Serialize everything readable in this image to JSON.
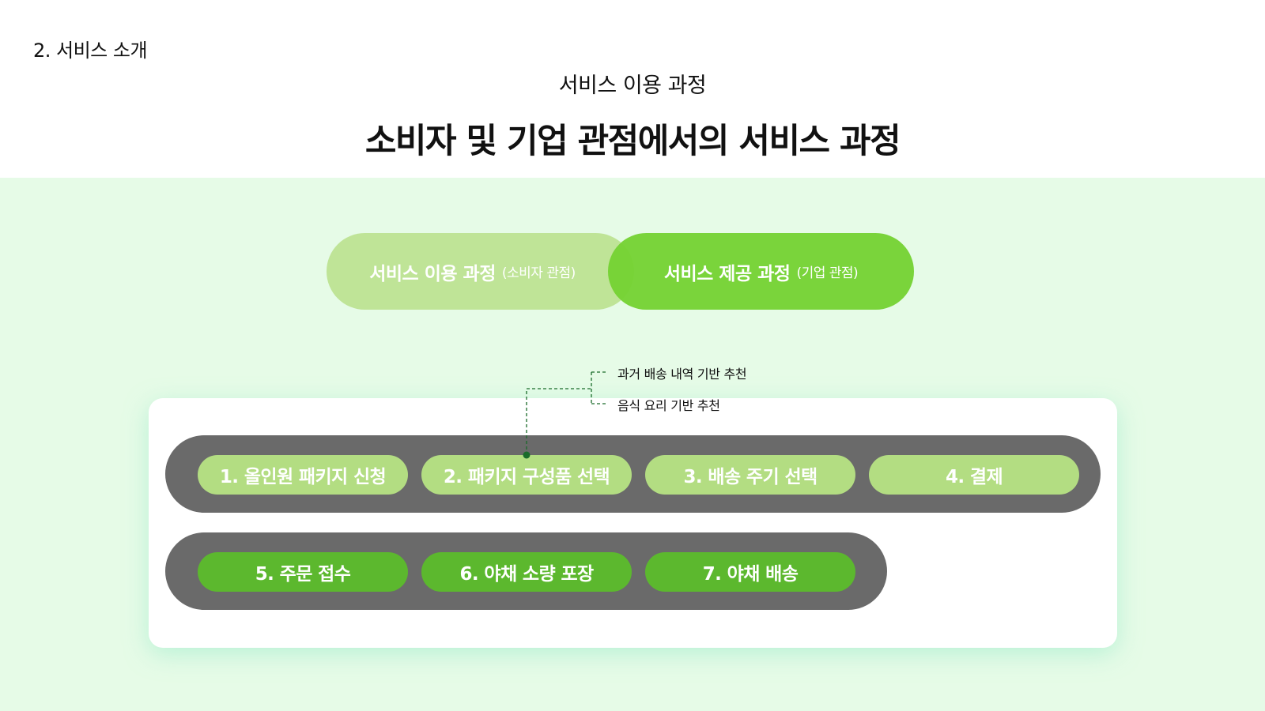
{
  "header": {
    "section_label": "2. 서비스 소개",
    "subtitle": "서비스 이용 과정",
    "title": "소비자 및 기업 관점에서의 서비스 과정"
  },
  "perspectives": [
    {
      "label": "서비스 이용 과정",
      "note": "(소비자 관점)"
    },
    {
      "label": "서비스 제공 과정",
      "note": "(기업 관점)"
    }
  ],
  "steps": [
    "1. 올인원 패키지 신청",
    "2. 패키지 구성품 선택",
    "3. 배송 주기 선택",
    "4. 결제",
    "5. 주문 접수",
    "6. 야채 소량 포장",
    "7. 야채 배송"
  ],
  "annotations": [
    "과거 배송 내역 기반 추천",
    "음식 요리 기반 추천"
  ],
  "colors": {
    "band_background": "#e6fbe7",
    "consumer_pill": "#bfe497",
    "company_pill": "#74d232",
    "step_light": "#b3dd82",
    "step_dark": "#5cb82e",
    "track": "#6a6a6a",
    "connector": "#1a6b2a"
  }
}
